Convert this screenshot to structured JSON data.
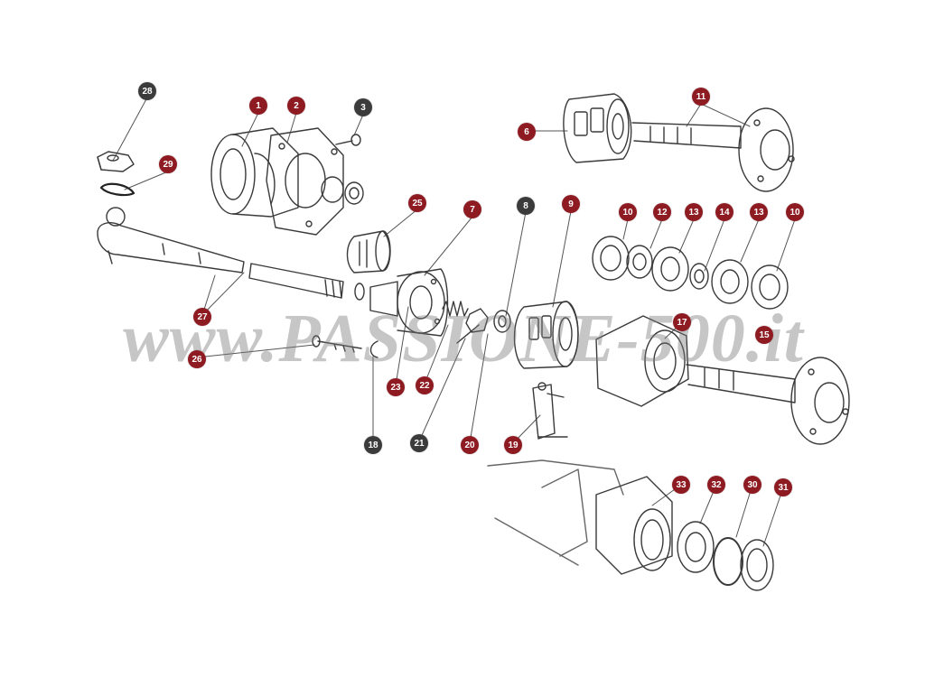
{
  "watermark": "www.PASSIONE-500.it",
  "colors": {
    "accent_red": "#8e1b22",
    "accent_dark": "#3b3b3b",
    "line": "#3a3a3a"
  },
  "callouts": [
    {
      "label": "28",
      "style": "dark"
    },
    {
      "label": "29",
      "style": "red"
    },
    {
      "label": "1",
      "style": "red"
    },
    {
      "label": "2",
      "style": "red"
    },
    {
      "label": "3",
      "style": "dark"
    },
    {
      "label": "6",
      "style": "red"
    },
    {
      "label": "11",
      "style": "red"
    },
    {
      "label": "25",
      "style": "red"
    },
    {
      "label": "7",
      "style": "red"
    },
    {
      "label": "8",
      "style": "dark"
    },
    {
      "label": "9",
      "style": "red"
    },
    {
      "label": "10",
      "style": "red"
    },
    {
      "label": "12",
      "style": "red"
    },
    {
      "label": "13",
      "style": "red"
    },
    {
      "label": "14",
      "style": "red"
    },
    {
      "label": "13",
      "style": "red"
    },
    {
      "label": "10",
      "style": "red"
    },
    {
      "label": "27",
      "style": "red"
    },
    {
      "label": "26",
      "style": "red"
    },
    {
      "label": "23",
      "style": "red"
    },
    {
      "label": "22",
      "style": "red"
    },
    {
      "label": "17",
      "style": "red"
    },
    {
      "label": "15",
      "style": "red"
    },
    {
      "label": "18",
      "style": "dark"
    },
    {
      "label": "21",
      "style": "dark"
    },
    {
      "label": "20",
      "style": "red"
    },
    {
      "label": "19",
      "style": "red"
    },
    {
      "label": "33",
      "style": "red"
    },
    {
      "label": "32",
      "style": "red"
    },
    {
      "label": "30",
      "style": "red"
    },
    {
      "label": "31",
      "style": "red"
    }
  ]
}
